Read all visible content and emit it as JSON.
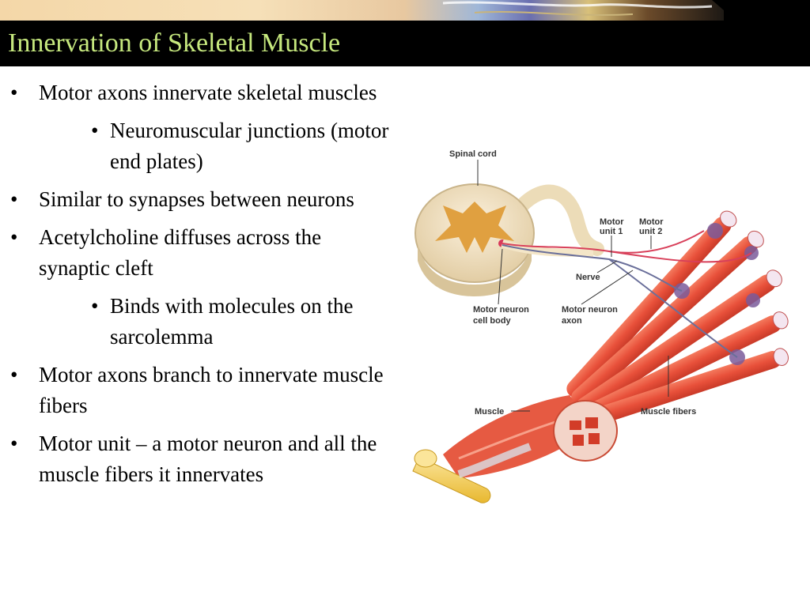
{
  "slide": {
    "title": "Innervation of Skeletal Muscle",
    "bullets": [
      {
        "level": 1,
        "text": "Motor axons innervate skeletal muscles"
      },
      {
        "level": 2,
        "text": "Neuromuscular junctions (motor end plates)"
      },
      {
        "level": 1,
        "text": "Similar to synapses between neurons"
      },
      {
        "level": 1,
        "text": "Acetylcholine diffuses across the synaptic cleft"
      },
      {
        "level": 2,
        "text": "Binds with molecules on the sarcolemma"
      },
      {
        "level": 1,
        "text": "Motor axons branch to innervate muscle fibers"
      },
      {
        "level": 1,
        "text": "Motor unit – a motor neuron and all the muscle fibers it innervates"
      }
    ]
  },
  "figure": {
    "labels": {
      "spinal_cord": "Spinal cord",
      "motor_unit_1_line1": "Motor",
      "motor_unit_1_line2": "unit 1",
      "motor_unit_2_line1": "Motor",
      "motor_unit_2_line2": "unit 2",
      "nerve": "Nerve",
      "cell_body_line1": "Motor neuron",
      "cell_body_line2": "cell body",
      "axon_line1": "Motor neuron",
      "axon_line2": "axon",
      "muscle": "Muscle",
      "muscle_fibers": "Muscle fibers"
    }
  },
  "colors": {
    "title_text": "#c6e87e",
    "title_bar": "#000000",
    "muscle": "#e8503a",
    "grey_matter": "#e0a040",
    "tendon": "#f2c94c"
  }
}
